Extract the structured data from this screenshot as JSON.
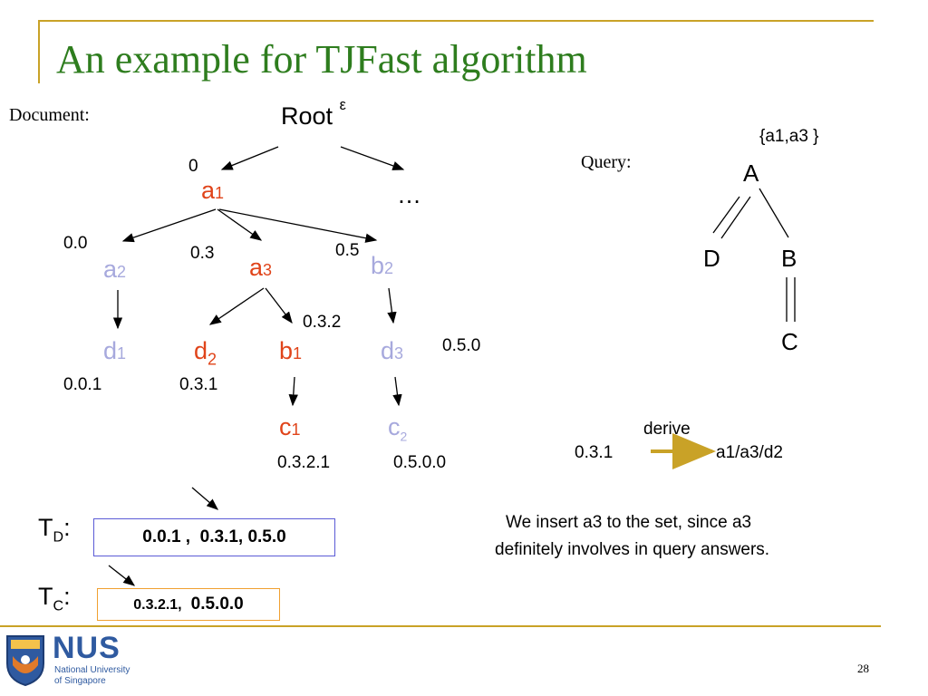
{
  "slide": {
    "title": "An example for TJFast algorithm",
    "page_number": "28"
  },
  "document": {
    "label": "Document:",
    "root": {
      "text": "Root",
      "sup": "ε"
    },
    "ellipsis": "…",
    "nodes": [
      {
        "id": "a1",
        "base": "a",
        "sub": "1"
      },
      {
        "id": "a2",
        "base": "a",
        "sub": "2"
      },
      {
        "id": "a3",
        "base": "a",
        "sub": "3"
      },
      {
        "id": "b2",
        "base": "b",
        "sub": "2"
      },
      {
        "id": "d1",
        "base": "d",
        "sub": "1"
      },
      {
        "id": "d2",
        "base": "d",
        "sub": "2"
      },
      {
        "id": "b1",
        "base": "b",
        "sub": "1"
      },
      {
        "id": "d3",
        "base": "d",
        "sub": "3"
      },
      {
        "id": "c1",
        "base": "c",
        "sub": "1"
      },
      {
        "id": "c2",
        "base": "c",
        "sub": "2"
      }
    ],
    "labels": [
      "0",
      "0.0",
      "0.3",
      "0.5",
      "0.3.2",
      "0.5.0",
      "0.0.1",
      "0.3.1",
      "0.3.2.1",
      "0.5.0.0"
    ]
  },
  "query": {
    "label": "Query:",
    "set": "{a1,a3 }",
    "nodes": [
      "A",
      "D",
      "B",
      "C"
    ]
  },
  "derive": {
    "label": "derive",
    "from": "0.3.1",
    "to": "a1/a3/d2"
  },
  "note": {
    "line1": "We insert a3 to the set, since a3",
    "line2": "definitely involves in query answers."
  },
  "streams": {
    "td": {
      "base": "T",
      "sub": "D",
      "colon": ":",
      "value": "0.0.1 ,  0.3.1, 0.5.0"
    },
    "tc": {
      "base": "T",
      "sub": "C",
      "colon": ":",
      "value_a": "0.3.2.1,",
      "value_b": "0.5.0.0"
    }
  },
  "logo": {
    "text": "NUS",
    "line1": "National University",
    "line2": "of Singapore"
  },
  "colors": {
    "title": "#2e7d1e",
    "rule": "#c9a227",
    "active_node": "#e0441a",
    "inactive_node": "#a7a9dd",
    "td_box_border": "#5b5bd6",
    "tc_box_border": "#f0a030",
    "derive_arrow": "#c9a227"
  }
}
